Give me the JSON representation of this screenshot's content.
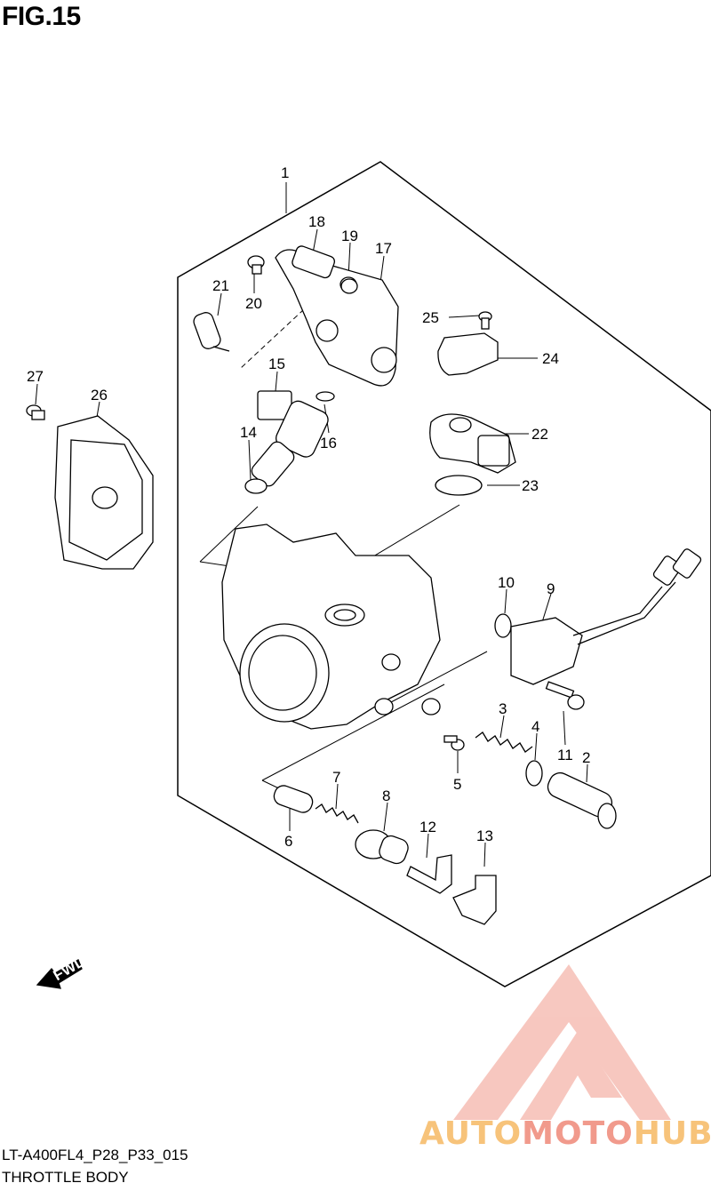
{
  "figure": {
    "title": "FIG.15"
  },
  "footer": {
    "code": "LT-A400FL4_P28_P33_015",
    "caption": "THROTTLE BODY"
  },
  "fwd_label": "FWD",
  "watermark": {
    "part1": "AUTO",
    "part2": "MOTO",
    "part3": "HUB",
    "color_light": "#f7c37a",
    "color_accent": "#f19a8c"
  },
  "callouts": [
    "1",
    "2",
    "3",
    "4",
    "5",
    "6",
    "7",
    "8",
    "9",
    "10",
    "11",
    "12",
    "13",
    "14",
    "15",
    "16",
    "17",
    "18",
    "19",
    "20",
    "21",
    "22",
    "23",
    "24",
    "25",
    "26",
    "27"
  ]
}
